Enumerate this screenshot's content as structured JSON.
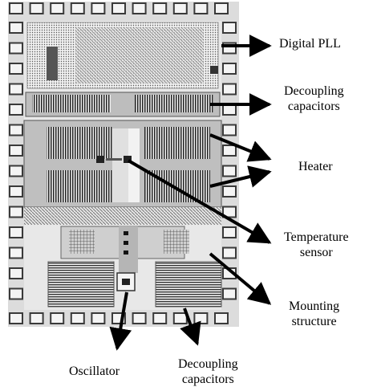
{
  "labels": {
    "digital_pll": "Digital PLL",
    "decoupling_top": [
      "Decoupling",
      "capacitors"
    ],
    "heater": "Heater",
    "temperature_sensor": [
      "Temperature",
      "sensor"
    ],
    "mounting_structure": [
      "Mounting",
      "structure"
    ],
    "oscillator": "Oscillator",
    "decoupling_bottom": [
      "Decoupling",
      "capacitors"
    ]
  },
  "colors": {
    "background": "#ffffff",
    "chip": "#d9d9d9",
    "pad": "#3a3a3a",
    "arrow": "#000000"
  }
}
